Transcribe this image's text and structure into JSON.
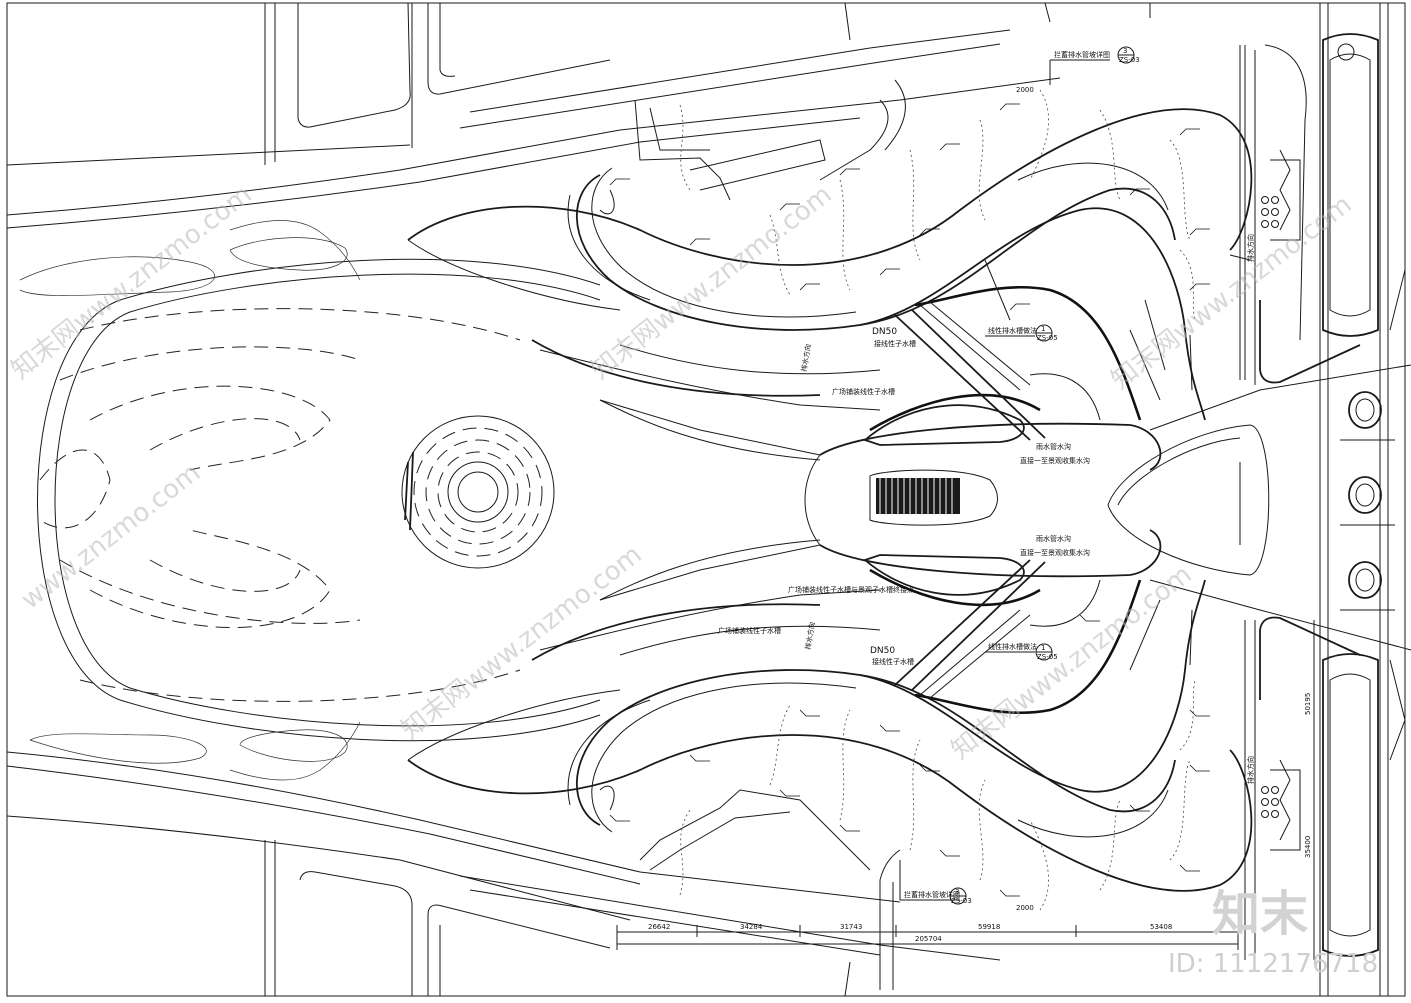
{
  "labels": {
    "ref_top": "拦蓄排水管坡详图",
    "ref_bottom": "拦蓄排水管坡详图",
    "ref_num": "3",
    "ref_sheet": "ZS-03",
    "linear_detail_top": "线性排水槽做法",
    "linear_detail_bottom": "线性排水槽做法",
    "detail_num": "1",
    "detail_sheet": "ZS-05",
    "dn50_top": "DN50",
    "dn50_bottom": "DN50",
    "pipe_top": "接线性子水槽",
    "pipe_bottom": "接线性子水槽",
    "plaza_gutter_top": "广场铺装线性子水槽",
    "plaza_gutter_bottom": "广场铺装线性子水槽",
    "plaza_gutter_long": "广场铺装线性子水槽与景观子水槽终接点",
    "branch_1": "排水方向",
    "branch_2": "排水方向",
    "rain_top": "雨水管水沟",
    "rain_bottom": "雨水管水沟",
    "mid_line1": "直接一至景观收集水沟",
    "mid_line2": "直接一至景观收集水沟",
    "side_top": "排水方向",
    "side_bottom": "排水方向"
  },
  "dimensions": {
    "d1": "26642",
    "d2": "34284",
    "d3": "31743",
    "d4": "59918",
    "d5": "53408",
    "total": "205704",
    "top_gap": "2000",
    "bottom_gap": "2000",
    "side_1": "50195",
    "side_2": "35400"
  },
  "watermark": {
    "brand": "知末",
    "id": "ID: 1112176718",
    "site": "www.znzmo.com",
    "site2": "知末网www.znzmo.com"
  }
}
